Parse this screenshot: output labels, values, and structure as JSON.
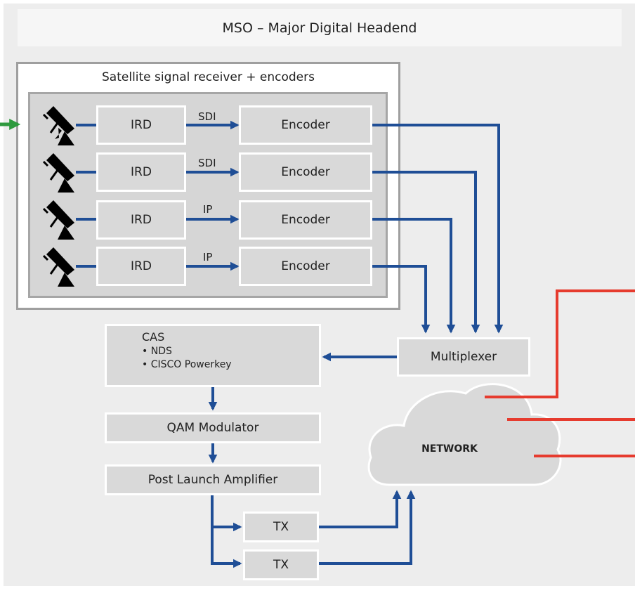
{
  "title": "MSO – Major Digital Headend",
  "receiver_group": {
    "label": "Satellite signal receiver + encoders",
    "rows": [
      {
        "ird": "IRD",
        "link": "SDI",
        "encoder": "Encoder"
      },
      {
        "ird": "IRD",
        "link": "SDI",
        "encoder": "Encoder"
      },
      {
        "ird": "IRD",
        "link": "IP",
        "encoder": "Encoder"
      },
      {
        "ird": "IRD",
        "link": "IP",
        "encoder": "Encoder"
      }
    ]
  },
  "multiplexer": "Multiplexer",
  "cas": {
    "title": "CAS",
    "items": [
      "NDS",
      "CISCO Powerkey"
    ]
  },
  "qam": "QAM Modulator",
  "amp": "Post Launch Amplifier",
  "tx": [
    "TX",
    "TX"
  ],
  "network": "NETWORK",
  "colors": {
    "link": "#1f4e96",
    "output": "#e63b2e",
    "input": "#2e9a3e",
    "panel": "#d9d9d9"
  }
}
